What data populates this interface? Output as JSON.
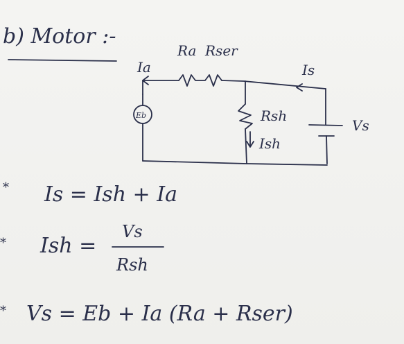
{
  "heading": "b) Motor :-",
  "circuit": {
    "label_ia": "Ia",
    "label_ra": "Ra",
    "label_rser": "Rser",
    "label_is": "Is",
    "label_eb": "Eb",
    "label_rsh": "Rsh",
    "label_ish": "Ish",
    "label_vs": "Vs"
  },
  "equations": {
    "bullet": "*",
    "eq1": "Is = Ish + Ia",
    "eq2_lhs": "Ish =",
    "eq2_num": "Vs",
    "eq2_den": "Rsh",
    "eq3": "Vs = Eb + Ia (Ra + Rser)"
  }
}
